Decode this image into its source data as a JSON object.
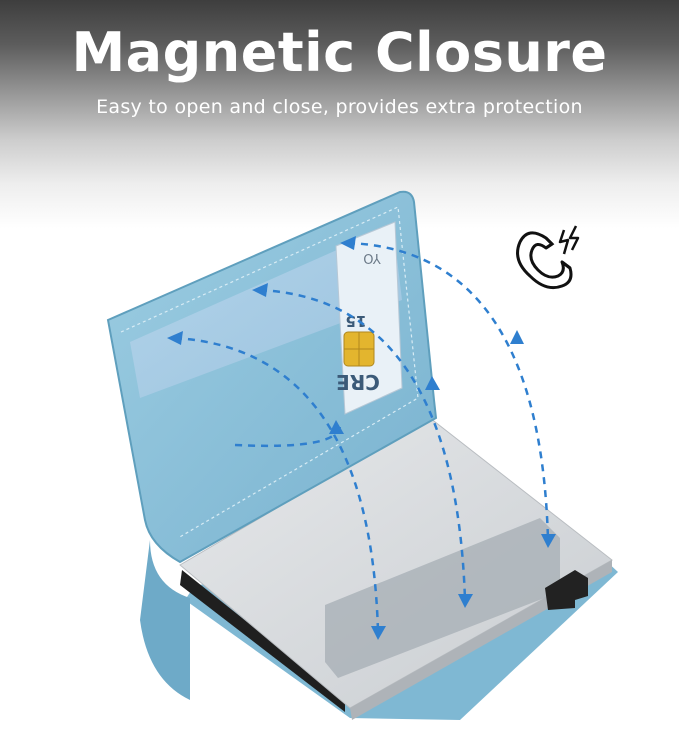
{
  "header": {
    "title": "Magnetic Closure",
    "subtitle": "Easy to open and close, provides extra protection"
  },
  "illustration": {
    "subject": "card-wallet",
    "card_fragments": [
      "CRE",
      "15",
      "YO"
    ],
    "icon": "magnet-icon",
    "colors": {
      "leather": "#8ec3db",
      "leather_dark": "#5f9fbd",
      "aluminum": "#d9dcdf",
      "window": "#a9cbe4",
      "arrows": "#2f7fcf"
    }
  }
}
